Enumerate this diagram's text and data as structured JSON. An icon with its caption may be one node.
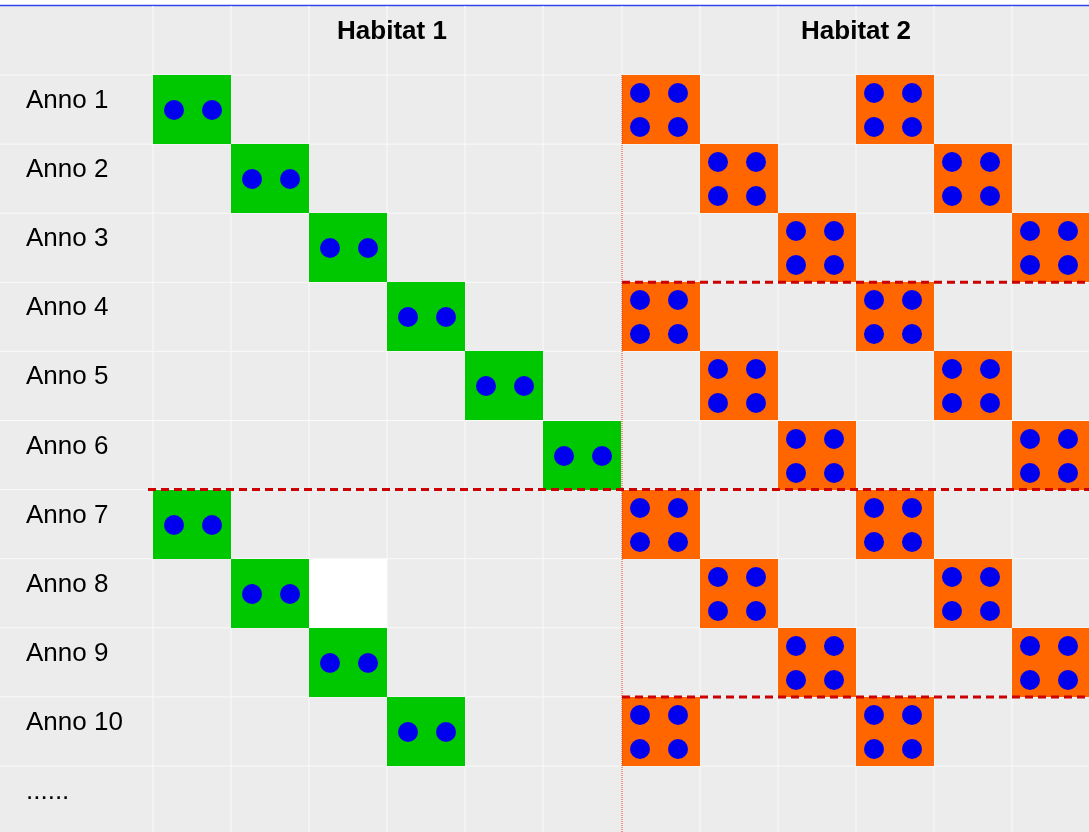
{
  "diagram": {
    "nodes": [
      {
        "text": [],
        "shape": "box"
      },
      {
        "text": [],
        "shape": "box"
      },
      {
        "text": [],
        "shape": "box"
      },
      {
        "text": [],
        "shape": "box"
      },
      {
        "text": [],
        "shape": "box"
      },
      {
        "text": [],
        "shape": "box"
      },
      {
        "text": [],
        "shape": "box"
      },
      {
        "text": [],
        "shape": "box"
      },
      {
        "text": [],
        "shape": "box"
      },
      {
        "text": [],
        "shape": "box"
      },
      {
        "text": [],
        "shape": "box"
      },
      {
        "text": [],
        "shape": "box"
      },
      {
        "text": [],
        "shape": "box"
      },
      {
        "text": [],
        "shape": "box"
      },
      {
        "text": [],
        "shape": "box"
      },
      {
        "text": [],
        "shape": "box"
      },
      {
        "text": [],
        "shape": "box"
      },
      {
        "text": [],
        "shape": "box"
      },
      {
        "text": [],
        "shape": "box"
      },
      {
        "text": [],
        "shape": "box"
      },
      {
        "text": [],
        "shape": "box"
      },
      {
        "text": [],
        "shape": "box"
      },
      {
        "text": [],
        "shape": "box"
      },
      {
        "text": [],
        "shape": "box"
      },
      {
        "text": [],
        "shape": "box"
      },
      {
        "text": [],
        "shape": "box"
      },
      {
        "text": [],
        "shape": "box"
      },
      {
        "text": [],
        "shape": "box"
      },
      {
        "text": [],
        "shape": "box"
      },
      {
        "text": [],
        "shape": "box"
      },
      {
        "text": [],
        "shape": "box"
      }
    ],
    "labels": [
      "Habitat 1",
      "Habitat 2",
      "Anno 1",
      "Anno 2",
      "Anno 3",
      "Anno 4",
      "Anno 5",
      "Anno 6",
      "Anno 7",
      "Anno 8",
      "Anno 9",
      "Anno 10",
      "......"
    ]
  }
}
